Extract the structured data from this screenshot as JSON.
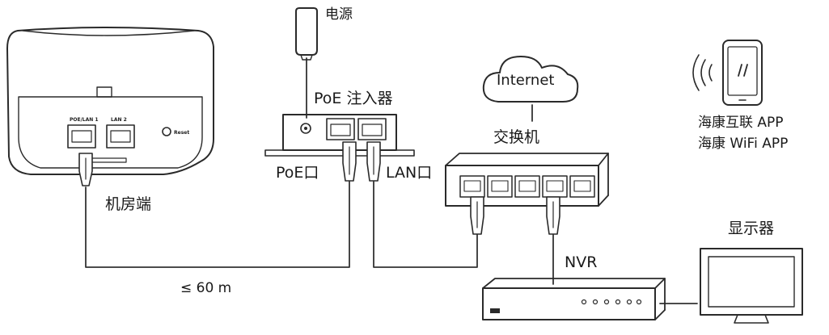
{
  "labels": {
    "power": "电源",
    "poe_injector": "PoE 注入器",
    "internet": "Internet",
    "app_line1": "海康互联 APP",
    "app_line2": "海康 WiFi APP",
    "switch": "交换机",
    "poe_port": "PoE口",
    "lan_port": "LAN口",
    "machine_room": "机房端",
    "display": "显示器",
    "nvr": "NVR",
    "distance": "≤ 60 m",
    "device_port1": "POE/LAN 1",
    "device_port2": "LAN 2",
    "reset": "Reset"
  }
}
